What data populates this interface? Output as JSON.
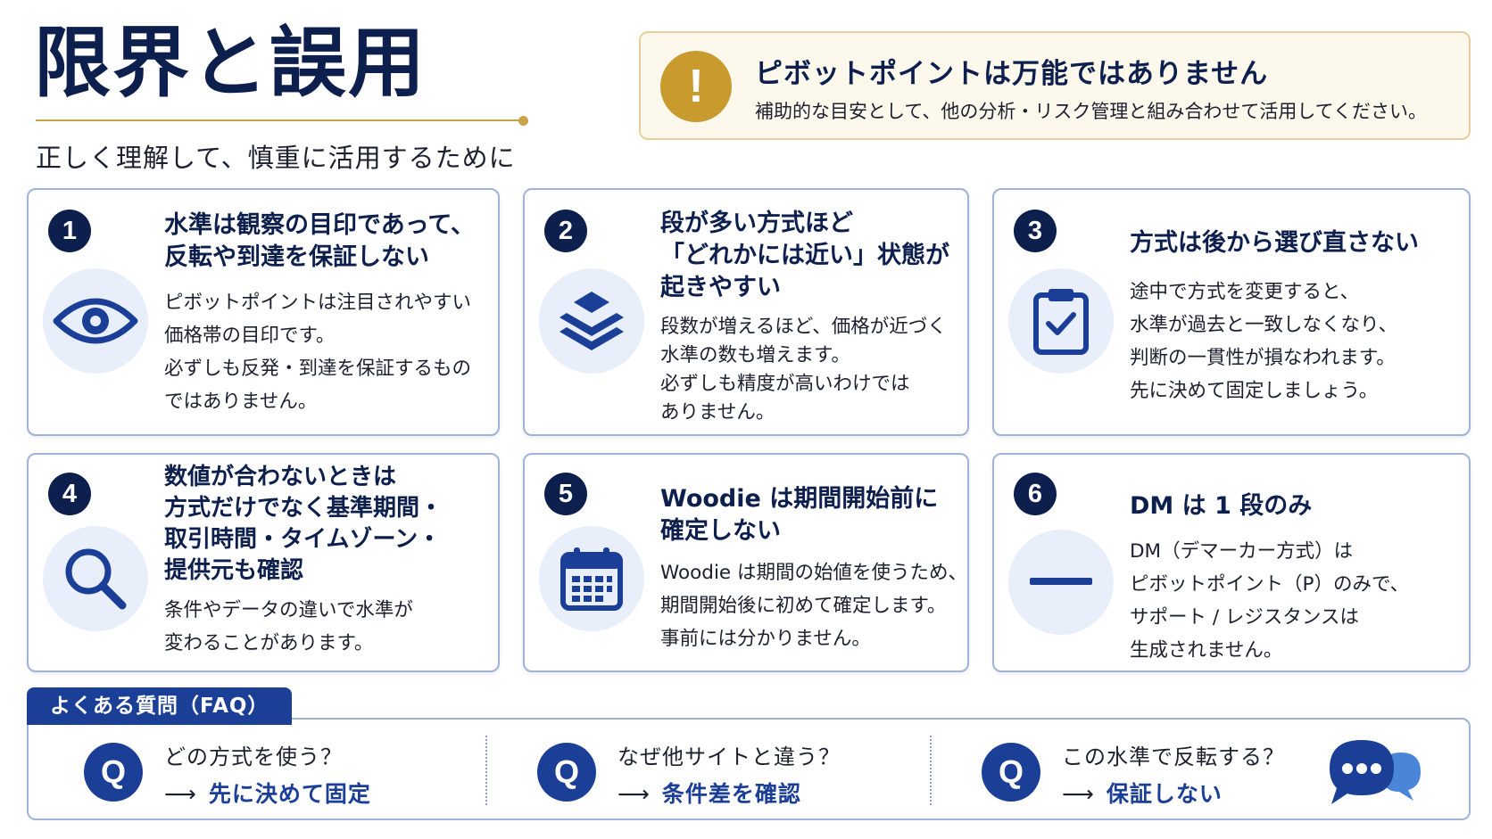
{
  "header": {
    "title": "限界と誤用",
    "subtitle": "正しく理解して、慎重に活用するために"
  },
  "warning": {
    "icon": "exclamation-icon",
    "icon_glyph": "!",
    "title": "ピボットポイントは万能ではありません",
    "text": "補助的な目安として、他の分析・リスク管理と組み合わせて活用してください。"
  },
  "cards": [
    {
      "number": "1",
      "icon": "eye-icon",
      "title": [
        "水準は観察の目印であって、",
        "反転や到達を保証しない"
      ],
      "body": [
        "ピボットポイントは注目されやすい",
        "価格帯の目印です。",
        "必ずしも反発・到達を保証するもの",
        "ではありません。"
      ]
    },
    {
      "number": "2",
      "icon": "layers-icon",
      "title": [
        "段が多い方式ほど",
        "「どれかには近い」状態が",
        "起きやすい"
      ],
      "body": [
        "段数が増えるほど、価格が近づく",
        "水準の数も増えます。",
        "必ずしも精度が高いわけでは",
        "ありません。"
      ]
    },
    {
      "number": "3",
      "icon": "clipboard-check-icon",
      "title": [
        "方式は後から選び直さない"
      ],
      "body": [
        "途中で方式を変更すると、",
        "水準が過去と一致しなくなり、",
        "判断の一貫性が損なわれます。",
        "先に決めて固定しましょう。"
      ]
    },
    {
      "number": "4",
      "icon": "magnifier-icon",
      "title": [
        "数値が合わないときは",
        "方式だけでなく基準期間・",
        "取引時間・タイムゾーン・",
        "提供元も確認"
      ],
      "body": [
        "条件やデータの違いで水準が",
        "変わることがあります。"
      ]
    },
    {
      "number": "5",
      "icon": "calendar-icon",
      "title": [
        "Woodie は期間開始前に",
        "確定しない"
      ],
      "body": [
        "Woodie は期間の始値を使うため、",
        "期間開始後に初めて確定します。",
        "事前には分かりません。"
      ]
    },
    {
      "number": "6",
      "icon": "minus-icon",
      "title": [
        "DM は 1 段のみ"
      ],
      "body": [
        "DM（デマーカー方式）は",
        "ピボットポイント（P）のみで、",
        "サポート / レジスタンスは",
        "生成されません。"
      ]
    }
  ],
  "faq": {
    "label": "よくある質問（FAQ）",
    "items": [
      {
        "badge": "Q",
        "question": "どの方式を使う？",
        "arrow": "⟶",
        "answer": "先に決めて固定"
      },
      {
        "badge": "Q",
        "question": "なぜ他サイトと違う？",
        "arrow": "⟶",
        "answer": "条件差を確認"
      },
      {
        "badge": "Q",
        "question": "この水準で反転する？",
        "arrow": "⟶",
        "answer": "保証しない"
      }
    ],
    "chat_icon": "chat-bubbles-icon",
    "chat_glyph": "•••"
  },
  "colors": {
    "navy": "#0d1f4d",
    "blue": "#1b3f96",
    "gold": "#c9a24a",
    "card_border": "#9fb2d8",
    "icon_bg": "#e8effa",
    "warning_bg": "#fdf8ec"
  }
}
